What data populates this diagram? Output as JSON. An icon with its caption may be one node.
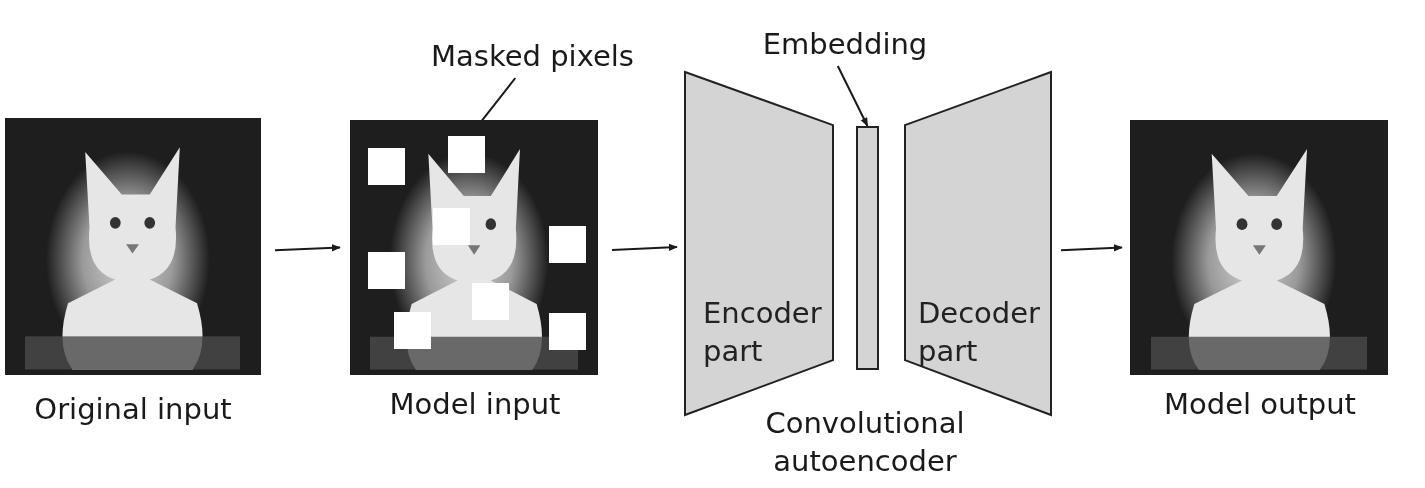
{
  "diagram": {
    "nodes": [
      {
        "text": [],
        "shape": "picture",
        "beside": [
          "Original input"
        ]
      },
      {
        "text": [],
        "shape": "picture",
        "beside": [
          "Model input"
        ]
      },
      {
        "text": [],
        "shape": "box",
        "in": 1
      },
      {
        "text": [],
        "shape": "box",
        "in": 1
      },
      {
        "text": [],
        "shape": "box",
        "in": 1
      },
      {
        "text": [],
        "shape": "box",
        "in": 1
      },
      {
        "text": [],
        "shape": "box",
        "in": 1
      },
      {
        "text": [],
        "shape": "box",
        "in": 1
      },
      {
        "text": [],
        "shape": "box",
        "in": 1
      },
      {
        "text": [],
        "shape": "box",
        "in": 1
      },
      {
        "text": [
          "Masked pixels"
        ]
      },
      {
        "text": [
          "Embedding"
        ]
      },
      {
        "text": [
          "Encoder part"
        ]
      },
      {
        "text": [],
        "shape": "bar"
      },
      {
        "text": [
          "Decoder part"
        ]
      },
      {
        "text": [],
        "shape": "picture",
        "beside": [
          "Model output"
        ]
      }
    ],
    "edges": [
      {
        "from": 0,
        "to": 1,
        "arrow": "to"
      },
      {
        "from": 1,
        "to": 12,
        "arrow": "to"
      },
      {
        "from": 10,
        "to": 2,
        "arrow": "to"
      },
      {
        "from": 11,
        "to": 13,
        "arrow": "to"
      },
      {
        "from": 14,
        "to": 15,
        "arrow": "to"
      }
    ],
    "labels": [
      "Convolutional autoencoder"
    ]
  }
}
